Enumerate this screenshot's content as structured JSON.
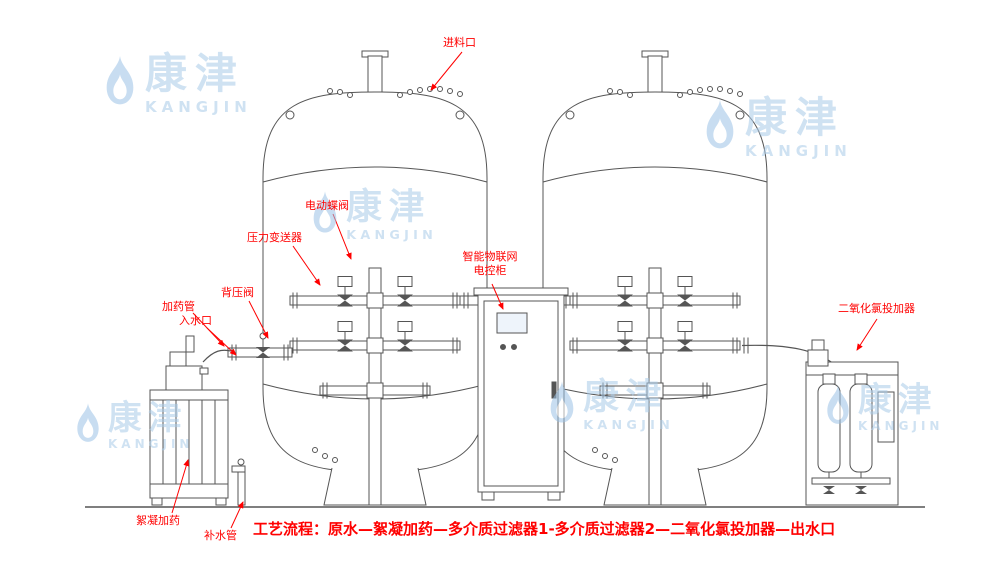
{
  "brand": {
    "cn": "康津",
    "en": "KANGJIN"
  },
  "labels": {
    "feed_inlet": "进料口",
    "electric_butterfly_valve": "电动蝶阀",
    "pressure_transmitter": "压力变送器",
    "iot_cabinet_line1": "智能物联网",
    "iot_cabinet_line2": "电控柜",
    "back_pressure_valve": "背压阀",
    "dosing_pipe": "加药管",
    "water_inlet": "入水口",
    "chlorine_dioxide_feeder": "二氧化氯投加器",
    "flocculation_dosing": "絮凝加药",
    "water_supply_pipe": "补水管"
  },
  "process_flow": "工艺流程：原水—絮凝加药—多介质过滤器1-多介质过滤器2—二氧化氯投加器—出水口",
  "colors": {
    "label_red": "#ff0000",
    "line": "#555555",
    "watermark_blue": "#a9cbe9"
  }
}
